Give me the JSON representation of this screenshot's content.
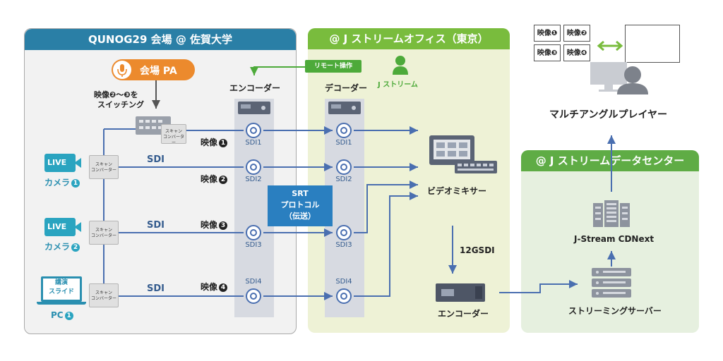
{
  "venue": {
    "title": "QUNOG29 会場 @ 佐賀大学",
    "pa_label": "会場 PA",
    "switching_note_1": "映像❷〜❸を",
    "switching_note_2": "スイッチング",
    "camera1": {
      "live": "LIVE",
      "label": "カメラ",
      "num": "1"
    },
    "camera2": {
      "live": "LIVE",
      "label": "カメラ",
      "num": "2"
    },
    "pc": {
      "slide_1": "講演",
      "slide_2": "スライド",
      "label": "PC",
      "num": "1"
    },
    "scan_converter_1": "スキャン",
    "scan_converter_2": "コンバーター",
    "sdi_label": "SDI",
    "video1": {
      "label": "映像",
      "num": "1"
    },
    "video2": {
      "label": "映像",
      "num": "2"
    },
    "video3": {
      "label": "映像",
      "num": "3"
    },
    "video4": {
      "label": "映像",
      "num": "4"
    },
    "encoder_label": "エンコーダー"
  },
  "office": {
    "title": "@ J ストリームオフィス（東京）",
    "remote_label": "リモート操作",
    "jstream_label": "J ストリーム",
    "decoder_label": "デコーダー",
    "sdi1": "SDI1",
    "sdi2": "SDI2",
    "sdi3": "SDI3",
    "sdi4": "SDI4",
    "srt_1": "SRT",
    "srt_2": "プロトコル",
    "srt_3": "（伝送）",
    "mixer_label": "ビデオミキサー",
    "link_label": "12GSDI",
    "encoder_label": "エンコーダー"
  },
  "datacenter": {
    "title": "@ J ストリームデータセンター",
    "cdn_label": "J-Stream CDNext",
    "server_label": "ストリーミングサーバー"
  },
  "player": {
    "label": "マルチアングルプレイヤー",
    "cell1": "映像❶",
    "cell2": "映像❷",
    "cell3": "映像❸",
    "cell4": "映像❹"
  },
  "colors": {
    "venue_head": "#2a7fa6",
    "office_head": "#79bc3d",
    "line_blue": "#4a6fb0",
    "accent_orange": "#ec8a2d",
    "accent_green": "#4daa3a"
  }
}
